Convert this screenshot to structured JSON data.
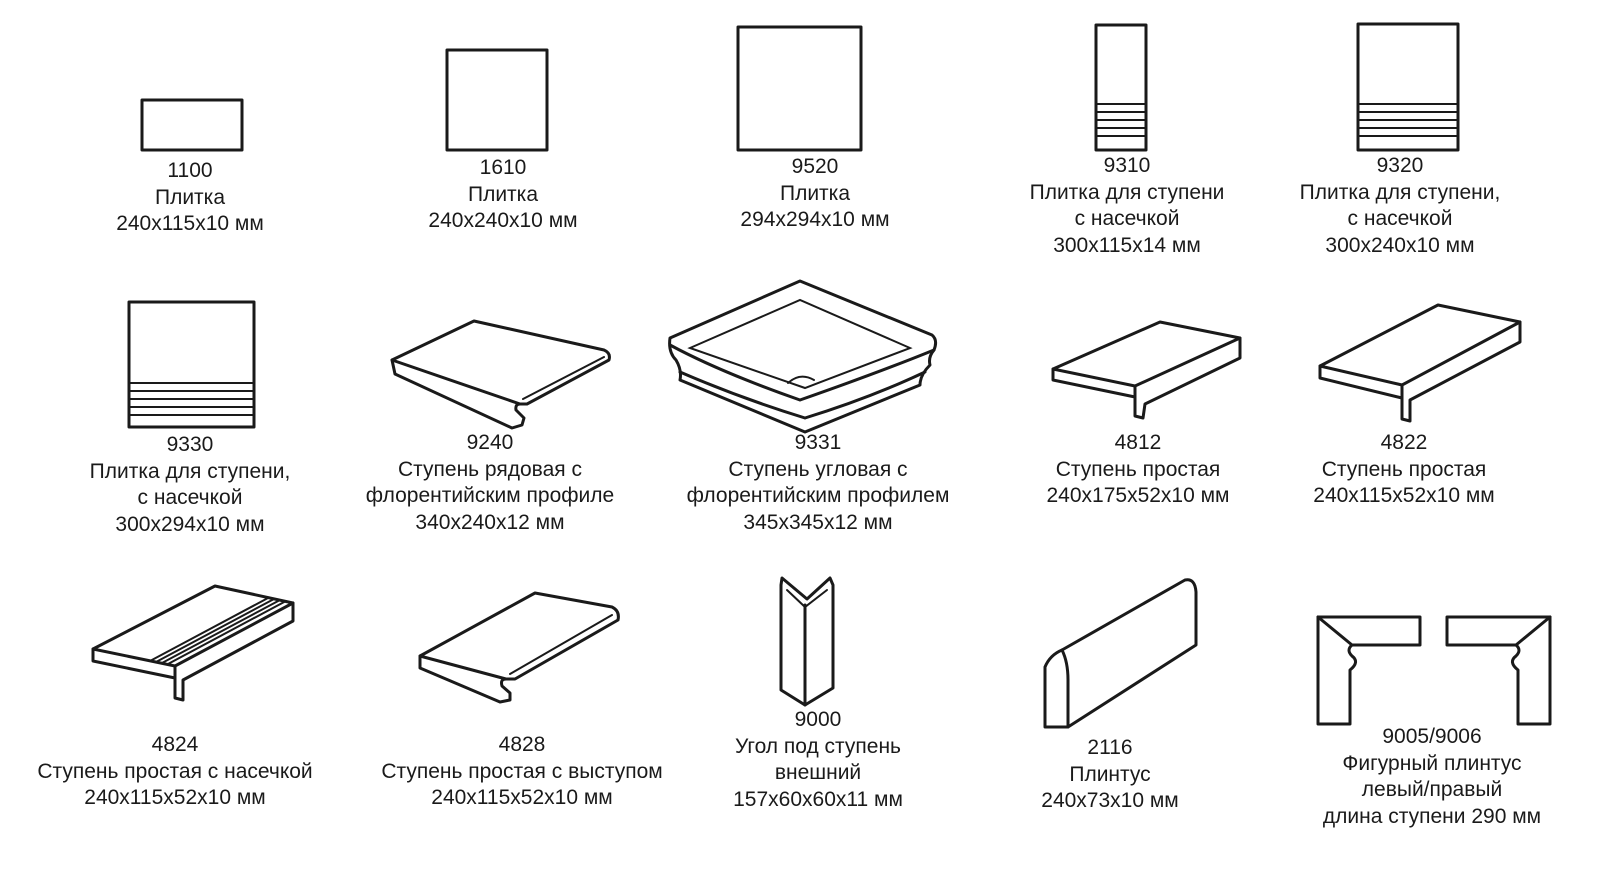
{
  "items": [
    {
      "code": "1100",
      "name": "Плитка",
      "size": "240x115x10 мм"
    },
    {
      "code": "1610",
      "name": "Плитка",
      "size": "240x240x10 мм"
    },
    {
      "code": "9520",
      "name": "Плитка",
      "size": "294x294x10 мм"
    },
    {
      "code": "9310",
      "name": "Плитка для ступени",
      "name2": "с насечкой",
      "size": "300x115x14 мм"
    },
    {
      "code": "9320",
      "name": "Плитка для ступени,",
      "name2": "с насечкой",
      "size": "300x240x10 мм"
    },
    {
      "code": "9330",
      "name": "Плитка для ступени,",
      "name2": "с насечкой",
      "size": "300x294x10 мм"
    },
    {
      "code": "9240",
      "name": "Ступень рядовая с",
      "name2": "флорентийским профиле",
      "size": "340x240x12 мм"
    },
    {
      "code": "9331",
      "name": "Ступень угловая с",
      "name2": "флорентийским профилем",
      "size": "345x345x12 мм"
    },
    {
      "code": "4812",
      "name": "Ступень простая",
      "size": "240x175x52x10 мм"
    },
    {
      "code": "4822",
      "name": "Ступень простая",
      "size": "240x115x52x10 мм"
    },
    {
      "code": "4824",
      "name": "Ступень простая с насечкой",
      "size": "240x115x52x10 мм"
    },
    {
      "code": "4828",
      "name": "Ступень простая с выступом",
      "size": "240x115x52x10 мм"
    },
    {
      "code": "9000",
      "name": "Угол под ступень",
      "name2": "внешний",
      "size": "157x60x60x11 мм"
    },
    {
      "code": "2116",
      "name": "Плинтус",
      "size": "240x73x10 мм"
    },
    {
      "code": "9005/9006",
      "name": "Фигурный плинтус",
      "name2": "левый/правый",
      "size": "длина ступени 290 мм"
    }
  ]
}
